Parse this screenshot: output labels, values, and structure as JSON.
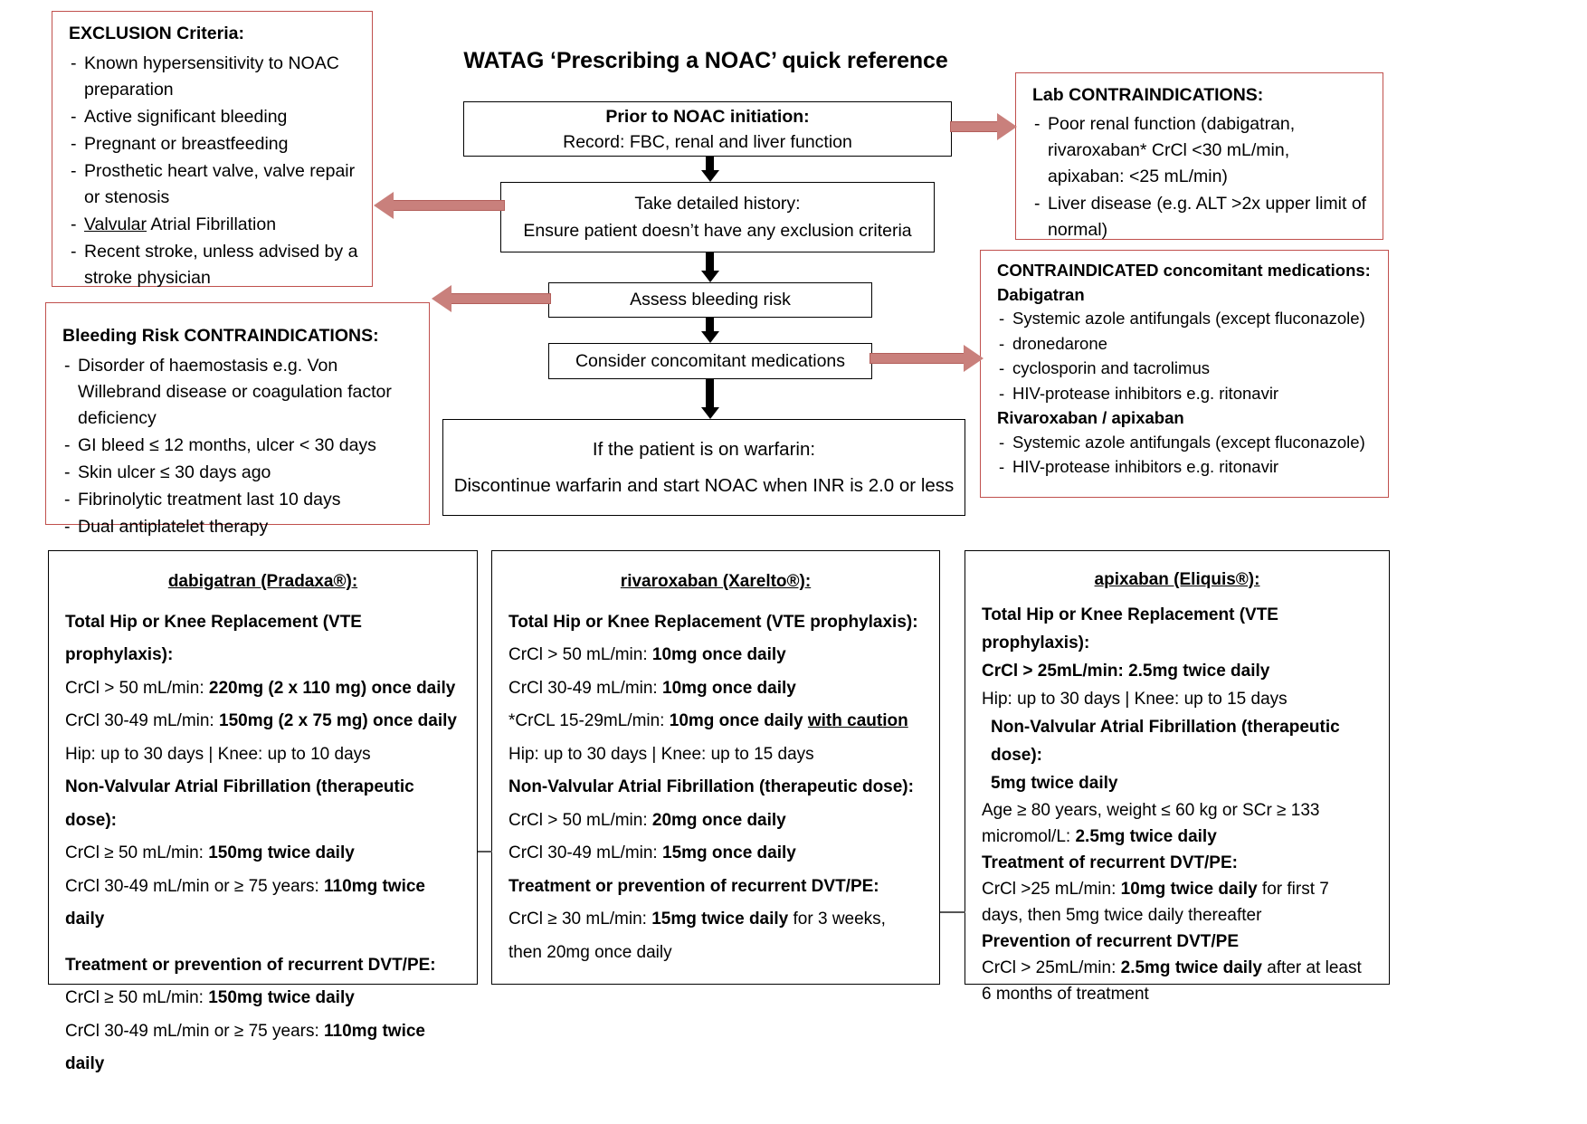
{
  "title": "WATAG ‘Prescribing a NOAC’ quick reference",
  "colors": {
    "panel_border": "#c0504d",
    "flow_border": "#000000",
    "arrow": "#c9807c"
  },
  "exclusion": {
    "heading": "EXCLUSION Criteria:",
    "items": [
      "Known hypersensitivity to NOAC preparation",
      "Active significant bleeding",
      "Pregnant or breastfeeding",
      "Prosthetic heart valve, valve repair or stenosis",
      "Valvular Atrial Fibrillation",
      "Recent stroke, unless advised by a stroke physician"
    ],
    "underlined_word": "Valvular"
  },
  "bleeding": {
    "heading": "Bleeding Risk CONTRAINDICATIONS:",
    "items": [
      "Disorder of haemostasis e.g. Von Willebrand disease or coagulation factor deficiency",
      "GI bleed ≤ 12 months, ulcer < 30 days",
      "Skin ulcer ≤ 30 days ago",
      "Fibrinolytic treatment last 10 days",
      "Dual antiplatelet therapy"
    ]
  },
  "lab": {
    "heading": "Lab CONTRAINDICATIONS:",
    "items": [
      "Poor renal function (dabigatran, rivaroxaban* CrCl <30 mL/min, apixaban: <25 mL/min)",
      "Liver disease (e.g.  ALT >2x upper limit of normal)"
    ]
  },
  "concomitant": {
    "heading": "CONTRAINDICATED concomitant medications:",
    "dabigatran_label": "Dabigatran",
    "dabigatran_items": [
      "Systemic azole antifungals (except fluconazole)",
      "dronedarone",
      "cyclosporin and tacrolimus",
      "HIV-protease inhibitors e.g. ritonavir"
    ],
    "rivarox_label": "Rivaroxaban / apixaban",
    "rivarox_items": [
      "Systemic azole antifungals (except fluconazole)",
      "HIV-protease inhibitors e.g. ritonavir"
    ]
  },
  "flow": {
    "step1_line1": "Prior to NOAC initiation:",
    "step1_line2": "Record: FBC, renal and liver function",
    "step2_line1": "Take detailed history:",
    "step2_line2": "Ensure patient doesn’t have any exclusion criteria",
    "step3": "Assess bleeding risk",
    "step4": "Consider concomitant medications",
    "step5_line1": "If the patient is on warfarin:",
    "step5_line2": "Discontinue warfarin and start NOAC when INR is 2.0 or less"
  },
  "drugs": [
    {
      "name": "dabigatran (Pradaxa®):",
      "lines": [
        {
          "t": "Total Hip or Knee Replacement (VTE prophylaxis):",
          "style": "bold"
        },
        {
          "t": "CrCl > 50 mL/min: ",
          "b": "220mg (2 x 110 mg) once daily",
          "style": "mix"
        },
        {
          "t": "CrCl 30-49 mL/min: ",
          "b": "150mg (2 x 75 mg) once daily",
          "style": "mix"
        },
        {
          "t": "Hip: up to 30 days  |  Knee: up to 10 days",
          "style": "plain"
        },
        {
          "t": "Non-Valvular Atrial Fibrillation (therapeutic dose):",
          "style": "bold"
        },
        {
          "t": "CrCl ≥ 50 mL/min: ",
          "b": "150mg twice daily",
          "style": "mix"
        },
        {
          "t": "CrCl 30-49 mL/min or ≥ 75 years: ",
          "b": "110mg twice daily",
          "style": "mix"
        },
        {
          "t": "",
          "style": "spacer"
        },
        {
          "t": "Treatment or prevention of recurrent DVT/PE:",
          "style": "bold"
        },
        {
          "t": "CrCl ≥ 50 mL/min: ",
          "b": "150mg twice daily",
          "style": "mix"
        },
        {
          "t": "CrCl 30-49 mL/min or ≥ 75 years: ",
          "b": "110mg twice daily",
          "style": "mix"
        }
      ]
    },
    {
      "name": "rivaroxaban (Xarelto®):",
      "lines": [
        {
          "t": "Total Hip or Knee Replacement (VTE prophylaxis):",
          "style": "bold"
        },
        {
          "t": "CrCl > 50 mL/min: ",
          "b": "10mg once daily",
          "style": "mix"
        },
        {
          "t": "CrCl 30-49 mL/min: ",
          "b": "10mg once daily",
          "style": "mix"
        },
        {
          "t": "*CrCL 15-29mL/min: ",
          "b": "10mg once daily ",
          "u": "with caution",
          "style": "mixu"
        },
        {
          "t": "Hip: up to 30 days  |  Knee: up to 15 days",
          "style": "plain"
        },
        {
          "t": "Non-Valvular Atrial Fibrillation (therapeutic dose):",
          "style": "bold"
        },
        {
          "t": "CrCl > 50 mL/min: ",
          "b": "20mg once daily",
          "style": "mix"
        },
        {
          "t": "CrCl 30-49 mL/min: ",
          "b": "15mg once daily",
          "style": "mix"
        },
        {
          "t": "Treatment or prevention of recurrent DVT/PE:",
          "style": "bold"
        },
        {
          "t": "CrCl ≥ 30 mL/min: ",
          "b": "15mg twice daily",
          "a": " for 3 weeks, then 20mg once daily",
          "style": "mixa"
        }
      ]
    },
    {
      "name": "apixaban (Eliquis®):",
      "lines": [
        {
          "t": "Total Hip or Knee Replacement (VTE prophylaxis):",
          "style": "bold"
        },
        {
          "t": "CrCl > 25mL/min: 2.5mg twice daily",
          "style": "bold"
        },
        {
          "t": "Hip: up to 30 days  |  Knee: up to 15 days",
          "style": "plain"
        },
        {
          "t": "Non-Valvular Atrial Fibrillation (therapeutic dose):",
          "style": "boldindent"
        },
        {
          "t": "5mg twice daily",
          "style": "boldindent"
        },
        {
          "t": "Age ≥ 80 years, weight ≤ 60 kg or SCr ≥ 133 micromol/L: ",
          "b": "2.5mg twice daily",
          "style": "mixtight"
        },
        {
          "t": "Treatment of recurrent DVT/PE:",
          "style": "boldtight"
        },
        {
          "t": "CrCl >25 mL/min: ",
          "b": "10mg twice daily",
          "a": " for first 7 days, then 5mg twice daily thereafter",
          "style": "mixatight"
        },
        {
          "t": "Prevention of recurrent DVT/PE",
          "style": "boldtight"
        },
        {
          "t": "CrCl > 25mL/min: ",
          "b": "2.5mg twice daily",
          "a": " after at least 6 months of treatment",
          "style": "mixatight"
        }
      ]
    }
  ]
}
